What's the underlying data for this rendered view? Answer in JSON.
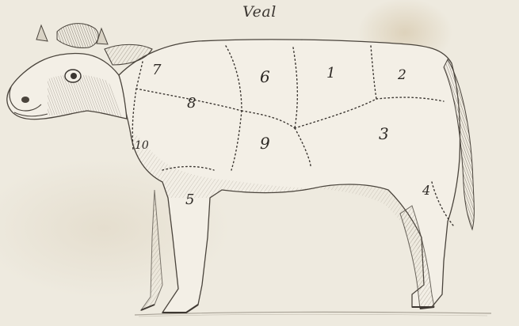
{
  "title": "Veal",
  "cuts": [
    {
      "number": "1"
    },
    {
      "number": "2"
    },
    {
      "number": "3"
    },
    {
      "number": "4"
    },
    {
      "number": "5"
    },
    {
      "number": "6"
    },
    {
      "number": "7"
    },
    {
      "number": "8"
    },
    {
      "number": "9"
    },
    {
      "number": "10"
    }
  ],
  "colors": {
    "paper": "#eeeadf",
    "ink": "#3a3530",
    "hatching": "#8a8174"
  }
}
